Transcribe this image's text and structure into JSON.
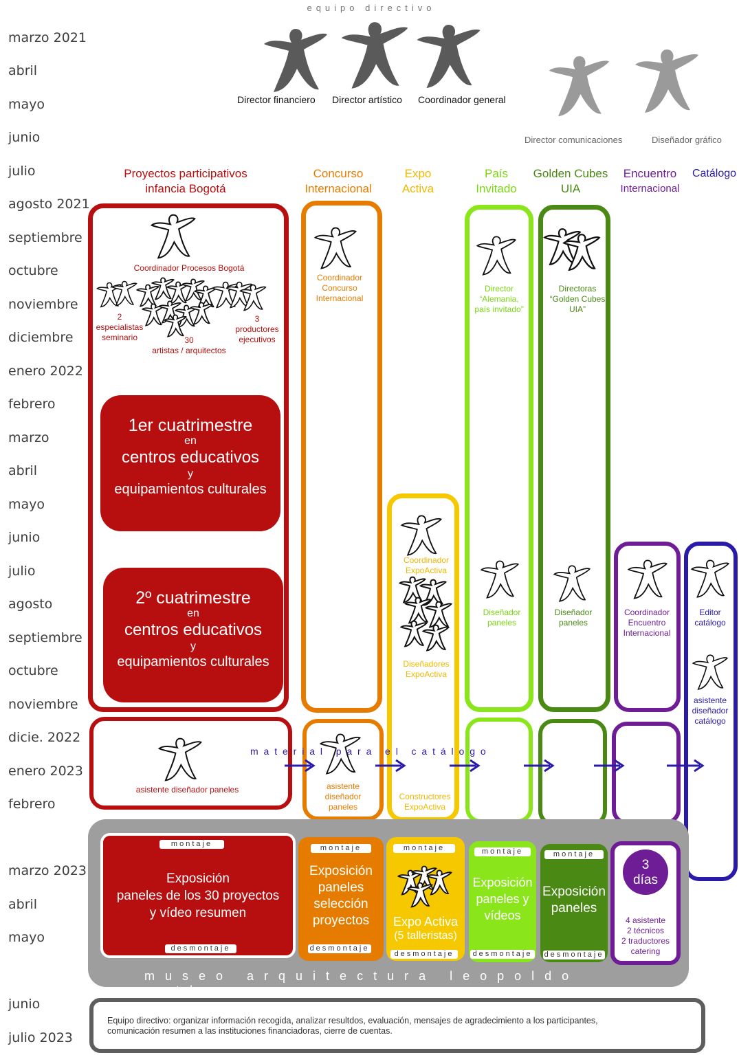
{
  "top_title": "equipo directivo",
  "months": [
    "marzo 2021",
    "abril",
    "mayo",
    "junio",
    "julio",
    "agosto 2021",
    "septiembre",
    "octubre",
    "noviembre",
    "diciembre",
    "enero 2022",
    "febrero",
    "marzo",
    "abril",
    "mayo",
    "junio",
    "julio",
    "agosto",
    "septiembre",
    "octubre",
    "noviembre",
    "dicie. 2022",
    "enero 2023",
    "febrero",
    "marzo 2023",
    "abril",
    "mayo",
    "junio",
    "julio 2023"
  ],
  "directors": {
    "financiero": "Director financiero",
    "artistico": "Director artístico",
    "coordinador": "Coordinador general",
    "comunicaciones": "Director comunicaciones",
    "grafico": "Diseñador gráfico"
  },
  "headers": {
    "bogota_1": "Proyectos participativos",
    "bogota_2": "infancia Bogotá",
    "concurso_1": "Concurso",
    "concurso_2": "Internacional",
    "expo_1": "Expo",
    "expo_2": "Activa",
    "pais_1": "País",
    "pais_2": "Invitado",
    "golden_1": "Golden Cubes",
    "golden_2": "UIA",
    "encuentro_1": "Encuentro",
    "encuentro_2": "Internacional",
    "catalogo": "Catálogo"
  },
  "bogota": {
    "coordinador": "Coordinador Procesos Bogotá",
    "esp_n": "2",
    "esp_1": "especialistas",
    "esp_2": "seminario",
    "art_n": "30",
    "art": "artistas / arquitectos",
    "prod_n": "3",
    "prod_1": "productores",
    "prod_2": "ejecutivos",
    "c1_a": "1er cuatrimestre",
    "c1_b": "en",
    "c1_c": "centros educativos",
    "c1_d": "y",
    "c1_e": "equipamientos culturales",
    "c2_a": "2º cuatrimestre",
    "c2_b": "en",
    "c2_c": "centros educativos",
    "c2_d": "y",
    "c2_e": "equipamientos culturales",
    "asistente": "asistente diseñador paneles"
  },
  "concurso": {
    "coord_1": "Coordinador",
    "coord_2": "Concurso",
    "coord_3": "Internacional",
    "asist_1": "asistente",
    "asist_2": "diseñador",
    "asist_3": "paneles"
  },
  "expo": {
    "coord_1": "Coordinador",
    "coord_2": "ExpoActiva",
    "dis_1": "Diseñadores",
    "dis_2": "ExpoActiva",
    "cons_1": "Constructores",
    "cons_2": "ExpoActiva"
  },
  "pais": {
    "dir_1": "Director",
    "dir_2": "“Alemania,",
    "dir_3": "país invitado”",
    "dis_1": "Diseñador",
    "dis_2": "paneles"
  },
  "golden": {
    "dir_1": "Directoras",
    "dir_2": "“Golden Cubes",
    "dir_3": "UIA”",
    "dis_1": "Diseñador",
    "dis_2": "paneles"
  },
  "encuentro": {
    "coord_1": "Coordinador",
    "coord_2": "Encuentro",
    "coord_3": "Internacional"
  },
  "catalogo": {
    "editor_1": "Editor",
    "editor_2": "catálogo",
    "asist_1": "asistente",
    "asist_2": "diseñador",
    "asist_3": "catálogo"
  },
  "material": "m a t e r i a l   p a r a   e l   c a t á l o g o",
  "montaje": "montaje",
  "desmontaje": "desmontaje",
  "museum": {
    "name": "museo arquitectura leopoldo rother",
    "bogota_1": "Exposición",
    "bogota_2": "paneles de los 30 proyectos",
    "bogota_3": "y vídeo resumen",
    "concurso_1": "Exposición",
    "concurso_2": "paneles",
    "concurso_3": "selección",
    "concurso_4": "proyectos",
    "expo_1": "Expo Activa",
    "expo_2": "(5 talleristas)",
    "pais_1": "Exposición",
    "pais_2": "paneles y",
    "pais_3": "vídeos",
    "golden_1": "Exposición",
    "golden_2": "paneles",
    "enc_n": "3",
    "enc_d": "días",
    "enc_1": "4 asistente",
    "enc_2": "2 técnicos",
    "enc_3": "2 traductores",
    "enc_4": "catering"
  },
  "footer": {
    "line1": "Equipo directivo: organizar información recogida, analizar resultdos, evaluación, mensajes de agradecimiento a los participantes,",
    "line2": "comunicación resumen a las instituciones financiadoras, cierre de cuentas."
  },
  "colors": {
    "red": "#b70f0f",
    "orange": "#e57c00",
    "yellow": "#f6c800",
    "lime": "#8ae61a",
    "green": "#4a8a14",
    "purple": "#6e1d96",
    "blue": "#2a1aa8",
    "grey": "#9e9e9e"
  }
}
